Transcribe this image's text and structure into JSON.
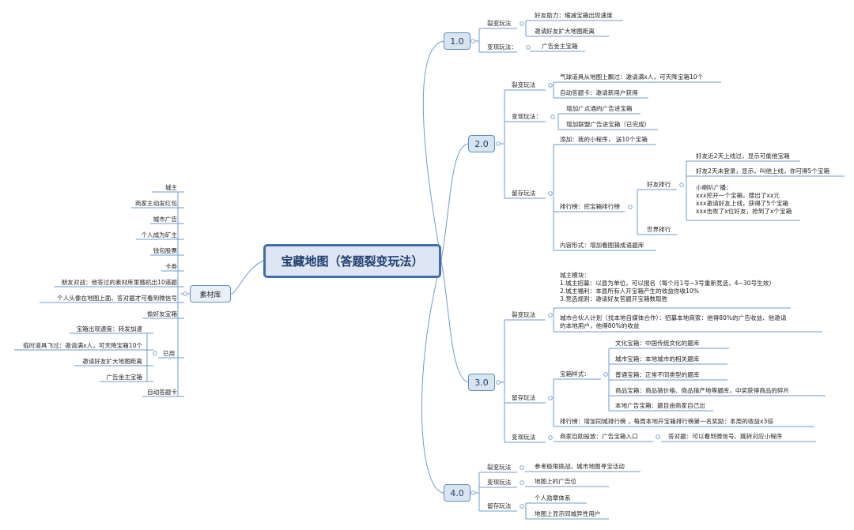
{
  "root": {
    "title": "宝藏地图（答题裂变玩法）"
  },
  "material_library": {
    "label": "素材库",
    "items": [
      "城主",
      "商家主动发红包",
      "城市广告",
      "个人成为矿主",
      "钱包股票",
      "卡券",
      "朋友对战：他答过的素材库里随机出10道题",
      "个人头像在地图上面、答对题才可看到微信号",
      "偷好友宝箱"
    ],
    "used": {
      "label": "已用",
      "items": [
        "宝箱出现速度：转发加速",
        "临时道具飞过：邀请满x人，可天降宝箱10个",
        "邀请好友扩大地图距离",
        "广告金主宝箱"
      ]
    },
    "last": "自动答题卡"
  },
  "v1": {
    "label": "1.0",
    "fission": {
      "label": "裂变玩法",
      "items": [
        "好友助力：缩减宝箱出现速度",
        "邀请好友扩大地图距离"
      ]
    },
    "monetize": {
      "label": "变现玩法：",
      "items": [
        "广告金主宝箱"
      ]
    }
  },
  "v2": {
    "label": "2.0",
    "fission": {
      "label": "裂变玩法",
      "items": [
        "气球道具从地图上飘过：邀请满x人，可天降宝箱10个",
        "自动答题卡：邀请新用户获得"
      ]
    },
    "monetize": {
      "label": "变现玩法：",
      "items": [
        "增加广点通的广告进宝箱",
        "增加联盟广告进宝箱（已完成）"
      ]
    },
    "retain": {
      "label": "留存玩法",
      "add": "添加：我的小程序， 送10个宝箱",
      "rank": {
        "label": "排行榜：挖宝箱排行榜",
        "friend": {
          "label": "好友排行",
          "items": [
            "好友近2天上线过，显示可偷他宝箱",
            "好友2天未登录，显示，叫他上线，你可得5个宝箱",
            "小喇叭广播：\nxxx挖开一个宝箱，搜出了xx元\nxxx邀请好友上线，获得了5个宝箱\nxxx击败了x位好友，抢到了x个宝箱"
          ]
        },
        "world": {
          "label": "世界排行"
        }
      },
      "content": "内容形式：增加看图猜成语题库"
    }
  },
  "v3": {
    "label": "3.0",
    "fission": {
      "label": "裂变玩法",
      "items": [
        "城主模块：\n1.城主招募：以县为单位，可以报名（每个月1号~3号重新竞选，4~30号生效）\n2.城主福利：本县所有人开宝箱产生的收益你收10%\n3.竞选规则：邀请好友答题开宝箱数取胜",
        "城市合伙人计划（找本地自媒体合作）：招募本地商家：他得80%的广告收益、他邀请\n的本地用户，他得80%的收益"
      ]
    },
    "retain": {
      "label": "留存玩法",
      "styles": {
        "label": "宝箱样式：",
        "items": [
          "文化宝箱：中国传统文化的题库",
          "城市宝箱：本地城市的相关题库",
          "普通宝箱：正常不同类型的题库",
          "商品宝箱：商品猜价格、商品猜产地等题库，中奖获得商品的碎片",
          "本地广告宝箱：题目由商家自己出"
        ]
      },
      "rank": "排行榜：增加同城排行榜 ，每周本地开宝箱排行榜第一名奖励：本周的收益x3倍"
    },
    "monetize": {
      "label": "变现玩法",
      "item": "商家自助投放：广告宝箱入口",
      "sub": "答对题：可以看到微信号、跳转对应小程序"
    }
  },
  "v4": {
    "label": "4.0",
    "fission": {
      "label": "裂变玩法",
      "item": "参考极限挑战，城市地图寻宝活动"
    },
    "monetize": {
      "label": "变现玩法",
      "item": "地图上的广告位"
    },
    "retain": {
      "label": "留存玩法",
      "items": [
        "个人勋章体系",
        "地图上显示同城异性用户"
      ]
    }
  },
  "colors": {
    "line": "#6f9bcf",
    "accent": "#3f6fa5",
    "node_fill": "#d9e4f1"
  }
}
